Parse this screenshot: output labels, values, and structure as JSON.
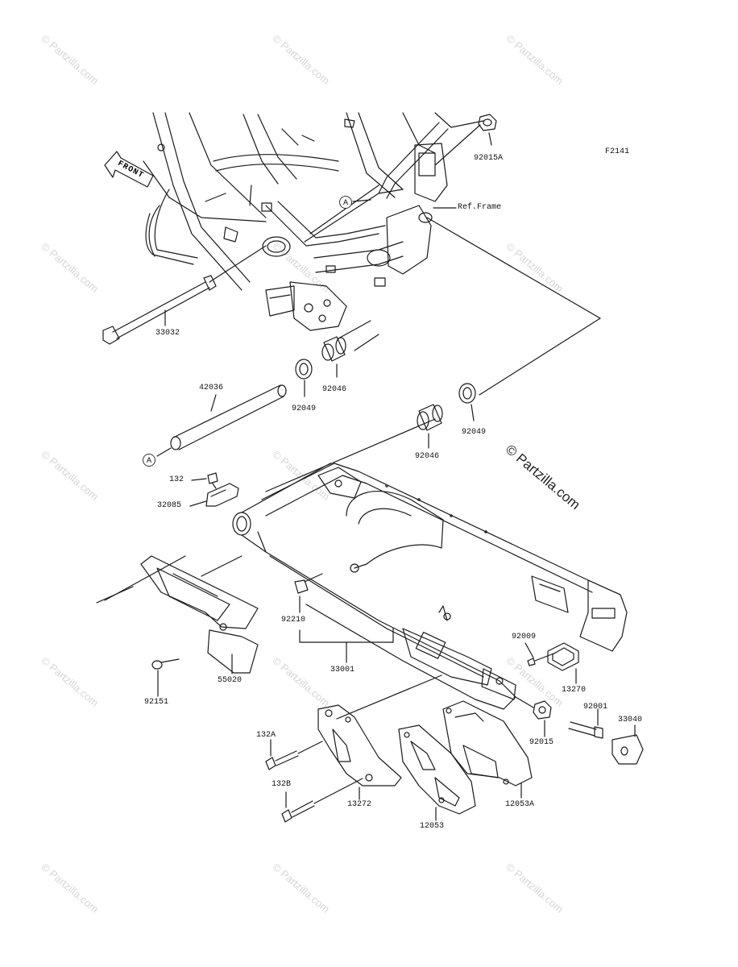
{
  "diagram": {
    "figure_code": "F2141",
    "ref_label": "Ref.Frame",
    "front_label": "FRONT",
    "copyright_label": "© Partzilla.com",
    "watermark_text": "© Partzilla.com",
    "callout_marker": "A",
    "parts": [
      {
        "id": "p1",
        "number": "92015A"
      },
      {
        "id": "p2",
        "number": "33032"
      },
      {
        "id": "p3",
        "number": "92046"
      },
      {
        "id": "p4",
        "number": "92049"
      },
      {
        "id": "p5",
        "number": "42036"
      },
      {
        "id": "p6",
        "number": "92046"
      },
      {
        "id": "p7",
        "number": "92049"
      },
      {
        "id": "p8",
        "number": "132"
      },
      {
        "id": "p9",
        "number": "32085"
      },
      {
        "id": "p10",
        "number": "92210"
      },
      {
        "id": "p11",
        "number": "33001"
      },
      {
        "id": "p12",
        "number": "92009"
      },
      {
        "id": "p13",
        "number": "13270"
      },
      {
        "id": "p14",
        "number": "55020"
      },
      {
        "id": "p15",
        "number": "92151"
      },
      {
        "id": "p16",
        "number": "92001"
      },
      {
        "id": "p17",
        "number": "33040"
      },
      {
        "id": "p18",
        "number": "92015"
      },
      {
        "id": "p19",
        "number": "132A"
      },
      {
        "id": "p20",
        "number": "132B"
      },
      {
        "id": "p21",
        "number": "13272"
      },
      {
        "id": "p22",
        "number": "12053"
      },
      {
        "id": "p23",
        "number": "12053A"
      }
    ]
  },
  "colors": {
    "line": "#1a1a1a",
    "watermark": "#d6d6d6",
    "background": "#ffffff"
  }
}
